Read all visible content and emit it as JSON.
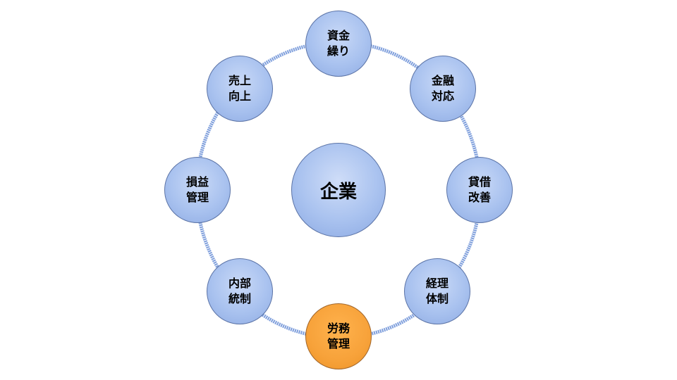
{
  "center": {
    "label": "企業"
  },
  "nodes": [
    {
      "line1": "資金",
      "line2": "繰り"
    },
    {
      "line1": "金融",
      "line2": "対応"
    },
    {
      "line1": "貸借",
      "line2": "改善"
    },
    {
      "line1": "経理",
      "line2": "体制"
    },
    {
      "line1": "労務",
      "line2": "管理"
    },
    {
      "line1": "内部",
      "line2": "統制"
    },
    {
      "line1": "損益",
      "line2": "管理"
    },
    {
      "line1": "売上",
      "line2": "向上"
    }
  ],
  "colors": {
    "node": "#a9c2ef",
    "highlight": "#f7a23a",
    "ring": "#7f9fdc"
  }
}
